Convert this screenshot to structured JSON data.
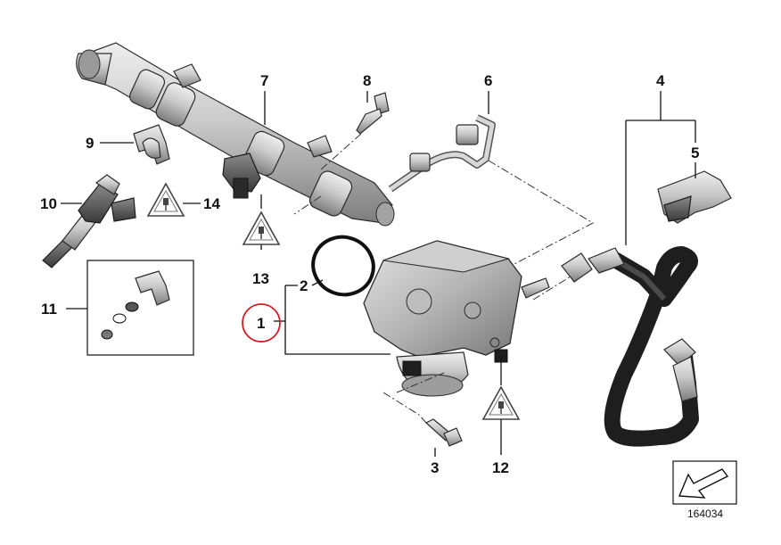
{
  "diagram": {
    "callouts": [
      {
        "id": "1",
        "label": "1"
      },
      {
        "id": "2",
        "label": "2"
      },
      {
        "id": "3",
        "label": "3"
      },
      {
        "id": "4",
        "label": "4"
      },
      {
        "id": "5",
        "label": "5"
      },
      {
        "id": "6",
        "label": "6"
      },
      {
        "id": "7",
        "label": "7"
      },
      {
        "id": "8",
        "label": "8"
      },
      {
        "id": "9",
        "label": "9"
      },
      {
        "id": "10",
        "label": "10"
      },
      {
        "id": "11",
        "label": "11"
      },
      {
        "id": "12",
        "label": "12"
      },
      {
        "id": "13",
        "label": "13"
      },
      {
        "id": "14",
        "label": "14"
      }
    ],
    "highlighted_callout": "1",
    "diagram_number": "164034",
    "colors": {
      "highlight_circle": "#d21f26",
      "line": "#111111",
      "metal_light": "#d9d9d9",
      "metal_dark": "#7d7d7d",
      "hose": "#1e1e1e"
    },
    "icons": [
      "warning-triangle-icon",
      "warning-triangle-icon",
      "warning-triangle-icon",
      "arrow-direction-icon"
    ]
  }
}
